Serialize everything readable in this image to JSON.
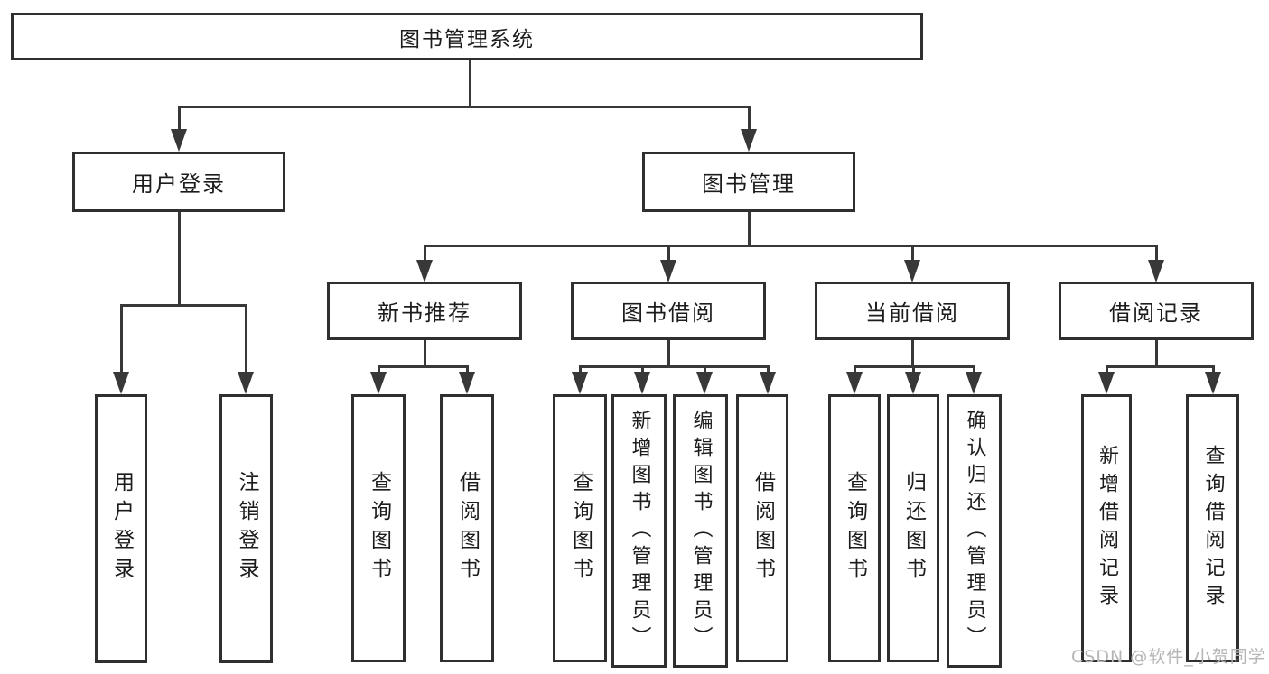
{
  "diagram": {
    "title_node": "图书管理系统",
    "branches": {
      "user_login": {
        "label": "用户登录",
        "children": [
          "用户登录",
          "注销登录"
        ]
      },
      "book_management": {
        "label": "图书管理",
        "groups": [
          {
            "label": "新书推荐",
            "children": [
              "查询图书",
              "借阅图书"
            ]
          },
          {
            "label": "图书借阅",
            "children": [
              "查询图书",
              "新增图书（管理员）",
              "编辑图书（管理员）",
              "借阅图书"
            ]
          },
          {
            "label": "当前借阅",
            "children": [
              "查询图书",
              "归还图书",
              "确认归还（管理员）"
            ]
          },
          {
            "label": "借阅记录",
            "children": [
              "新增借阅记录",
              "查询借阅记录"
            ]
          }
        ]
      }
    },
    "watermark": "CSDN @软件_小贺同学",
    "colors": {
      "line": "#383838",
      "box_border": "#2f2f2f",
      "text": "#1c1c1c",
      "watermark": "#b5b5b5",
      "background": "#ffffff"
    }
  }
}
